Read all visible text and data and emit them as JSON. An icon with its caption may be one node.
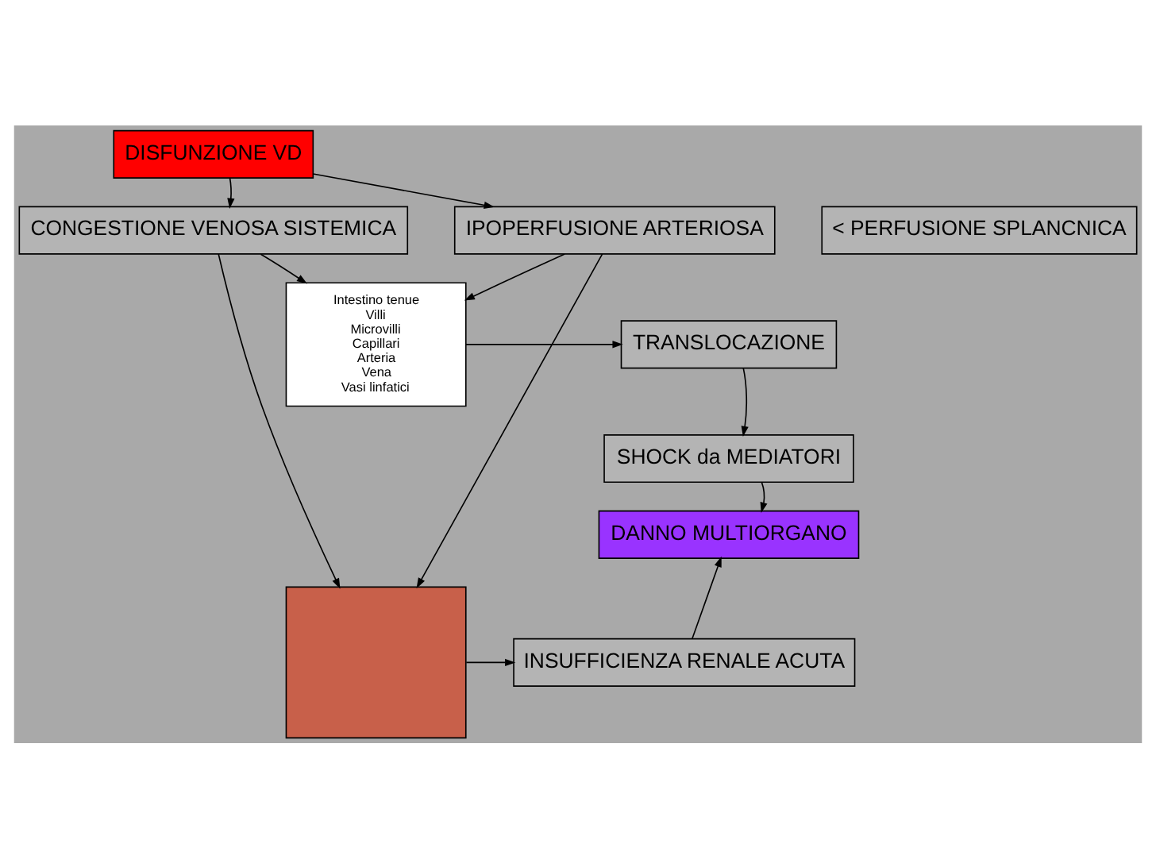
{
  "diagram": {
    "nodes": [
      {
        "text": [
          "DISFUNZIONE VD"
        ]
      },
      {
        "text": [
          "CONGESTIONE VENOSA SISTEMICA"
        ]
      },
      {
        "text": [
          "< PERFUSIONE SPLANCNICA"
        ]
      },
      {
        "text": [
          "IPOPERFUSIONE ARTERIOSA"
        ]
      },
      {
        "text": [
          "Intestino tenue",
          "Villi",
          "Microvilli",
          "Capillari",
          "Arteria",
          "Vena",
          "Vasi linfatici"
        ]
      },
      {
        "text": [
          "TRANSLOCAZIONE"
        ]
      },
      {
        "text": [],
        "shape": "box"
      },
      {
        "text": [
          "SHOCK da MEDIATORI"
        ]
      },
      {
        "text": [
          "DANNO MULTIORGANO"
        ]
      },
      {
        "text": [
          "INSUFFICIENZA RENALE ACUTA"
        ]
      }
    ],
    "edges": [
      {
        "from": 0,
        "to": 1,
        "arrow": "to"
      },
      {
        "from": 0,
        "to": 3,
        "arrow": "to"
      },
      {
        "from": 1,
        "to": 4,
        "arrow": "to"
      },
      {
        "from": 1,
        "to": 6,
        "arrow": "to"
      },
      {
        "from": 3,
        "to": 4,
        "arrow": "to"
      },
      {
        "from": 3,
        "to": 6,
        "arrow": "to"
      },
      {
        "from": 4,
        "to": 5,
        "arrow": "to"
      },
      {
        "from": 5,
        "to": 7,
        "arrow": "to"
      },
      {
        "from": 7,
        "to": 8,
        "arrow": "to"
      },
      {
        "from": 6,
        "to": 9,
        "arrow": "to"
      },
      {
        "from": 9,
        "to": 8,
        "arrow": "to"
      }
    ]
  }
}
